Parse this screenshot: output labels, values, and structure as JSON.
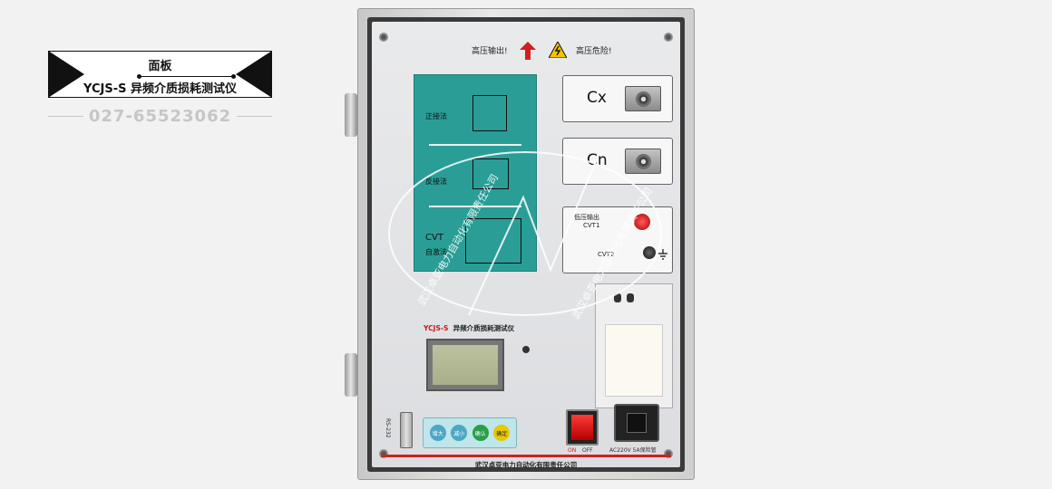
{
  "label": {
    "title": "面板",
    "subtitle": "YCJS-S 异频介质损耗测试仪",
    "phone": "027-65523062"
  },
  "panel": {
    "hv_output": "高压输出!",
    "hv_danger": "高压危险!",
    "diagram": {
      "positive": "正接法",
      "reverse": "反接法",
      "cvt": "CVT",
      "self_excite": "自激法"
    },
    "cx": "Cx",
    "cn": "Cn",
    "cvt_low_output": "低压输出",
    "cvt1": "CVT1",
    "cvt2": "CVT2",
    "model_code": "YCJS-S",
    "model_name": "异频介质损耗测试仪",
    "rs232": "RS-232",
    "keys": [
      "增大",
      "减小",
      "确认",
      "确定"
    ],
    "on": "ON",
    "off": "OFF",
    "ac_label": "AC220V 5A保险管",
    "company": "武汉卓亚电力自动化有限责任公司"
  },
  "watermark": {
    "text": "武汉卓亚电力自动化有限责任公司"
  },
  "colors": {
    "diagram_teal": "#2a9e96",
    "danger_red": "#c22222",
    "keypad_bg": "#bfe6ea"
  }
}
